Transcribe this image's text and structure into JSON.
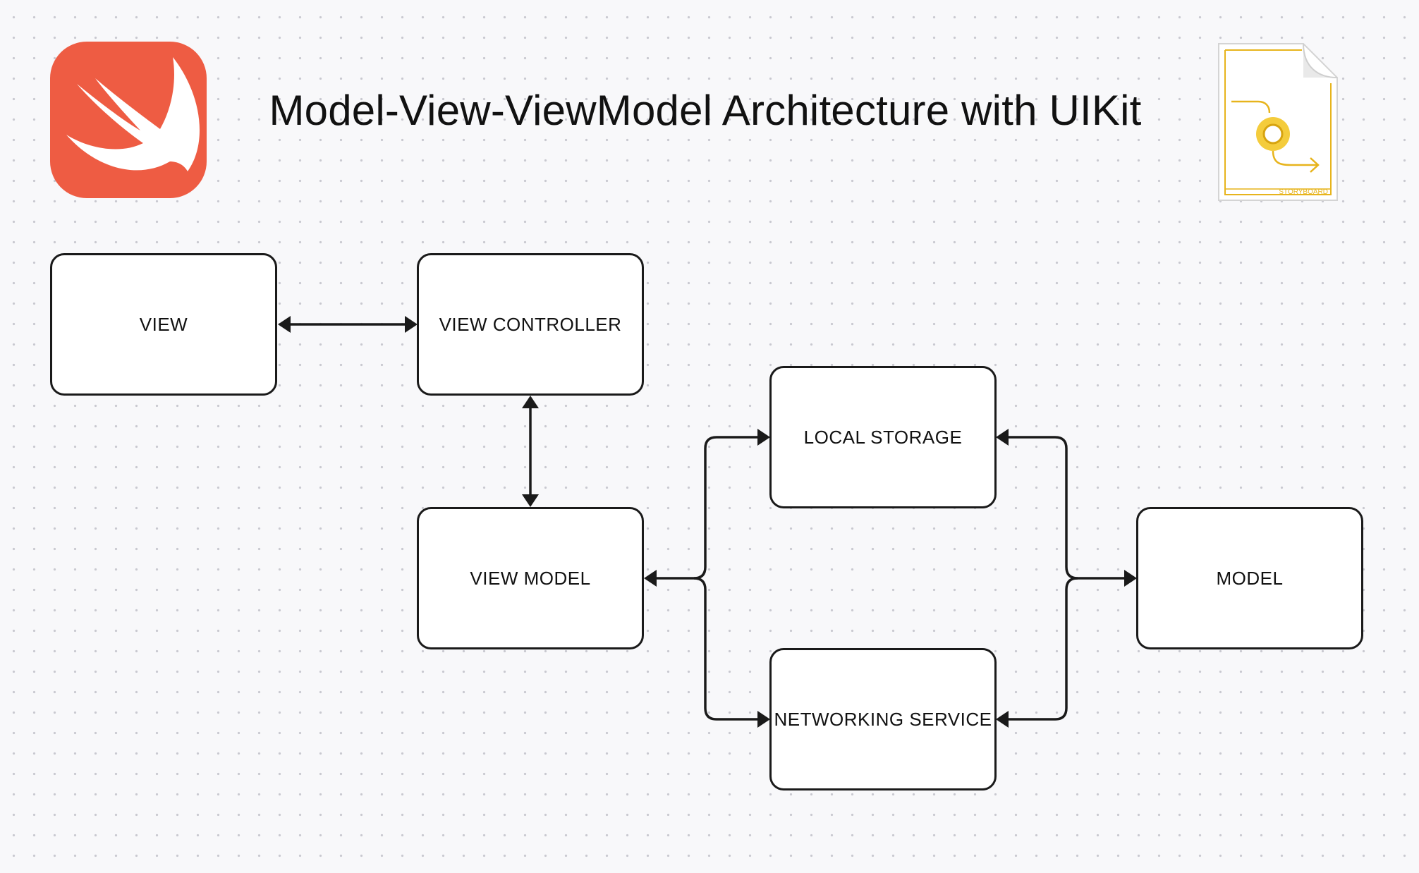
{
  "header": {
    "title": "Model-View-ViewModel Architecture with UIKit",
    "logo_icon": "swift-logo-icon",
    "storyboard_icon": "storyboard-file-icon",
    "storyboard_label": "STORYBOARD"
  },
  "colors": {
    "swift_orange": "#ee5c43",
    "storyboard_gold": "#e7b41c",
    "node_border": "#1a1a1a",
    "background": "#f8f8fa"
  },
  "nodes": {
    "view": "VIEW",
    "view_controller": "VIEW CONTROLLER",
    "view_model": "VIEW MODEL",
    "local_storage": "LOCAL STORAGE",
    "networking_service": "NETWORKING SERVICE",
    "model": "MODEL"
  },
  "edges": [
    {
      "from": "view",
      "to": "view_controller",
      "arrows": "both"
    },
    {
      "from": "view_controller",
      "to": "view_model",
      "arrows": "both"
    },
    {
      "from": "view_model",
      "to": "local_storage",
      "arrows": "both"
    },
    {
      "from": "view_model",
      "to": "networking_service",
      "arrows": "both"
    },
    {
      "from": "model",
      "to": "local_storage",
      "arrows": "both"
    },
    {
      "from": "model",
      "to": "networking_service",
      "arrows": "both"
    }
  ]
}
